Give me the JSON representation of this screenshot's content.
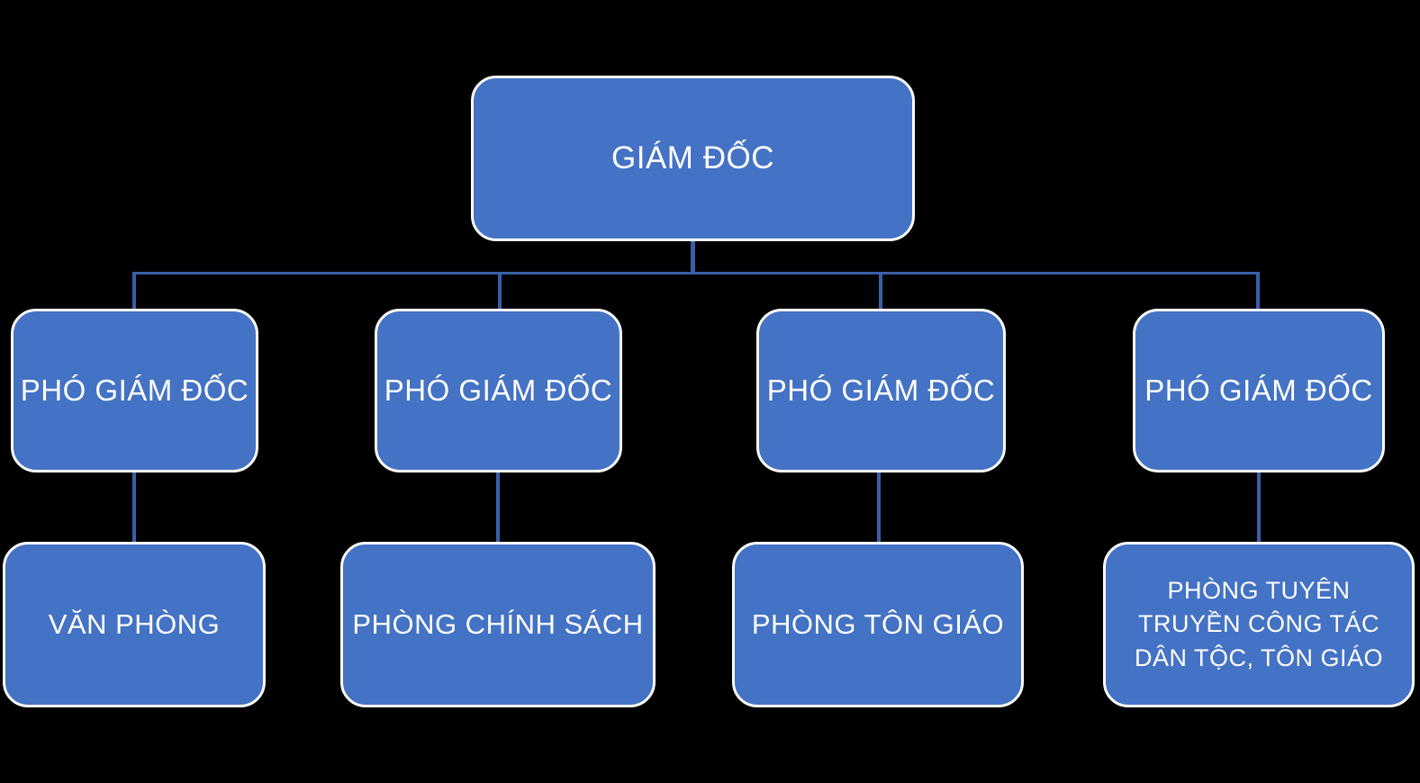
{
  "org_chart": {
    "root": {
      "label": "GIÁM ĐỐC"
    },
    "level2": [
      {
        "label": "PHÓ GIÁM ĐỐC"
      },
      {
        "label": "PHÓ GIÁM ĐỐC"
      },
      {
        "label": "PHÓ GIÁM ĐỐC"
      },
      {
        "label": "PHÓ GIÁM ĐỐC"
      }
    ],
    "level3": [
      {
        "label": "VĂN PHÒNG"
      },
      {
        "label": "PHÒNG CHÍNH SÁCH"
      },
      {
        "label": "PHÒNG TÔN GIÁO"
      },
      {
        "lines": [
          "PHÒNG TUYÊN",
          "TRUYỀN CÔNG TÁC",
          "DÂN TỘC, TÔN GIÁO"
        ]
      }
    ],
    "colors": {
      "background": "#000000",
      "node_fill": "#4472C4",
      "node_border": "#FBFBFB",
      "connector": "#3A5FA8",
      "text": "#FFFFFF"
    }
  }
}
